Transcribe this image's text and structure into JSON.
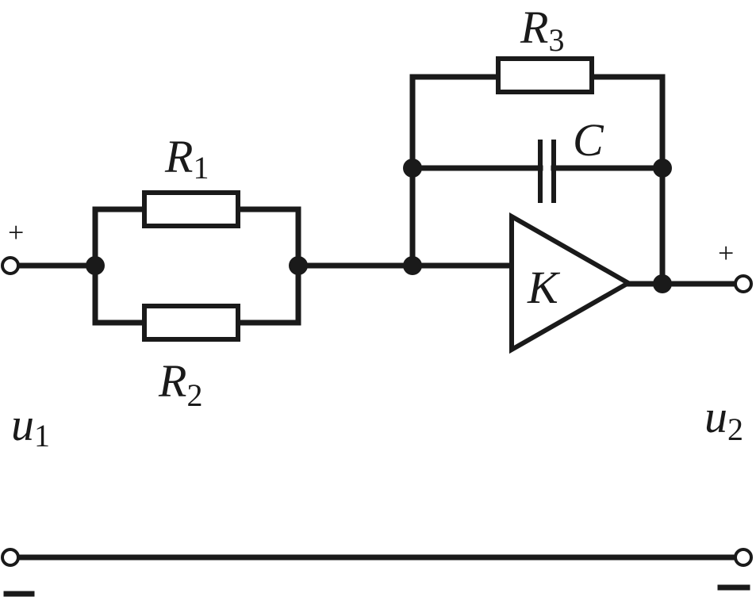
{
  "labels": {
    "r1": {
      "letter": "R",
      "sub": "1"
    },
    "r2": {
      "letter": "R",
      "sub": "2"
    },
    "r3": {
      "letter": "R",
      "sub": "3"
    },
    "c": "C",
    "k": "K",
    "u1": {
      "letter": "u",
      "sub": "1"
    },
    "u2": {
      "letter": "u",
      "sub": "2"
    }
  },
  "polarity": {
    "in_plus": "+",
    "out_plus": "+"
  }
}
